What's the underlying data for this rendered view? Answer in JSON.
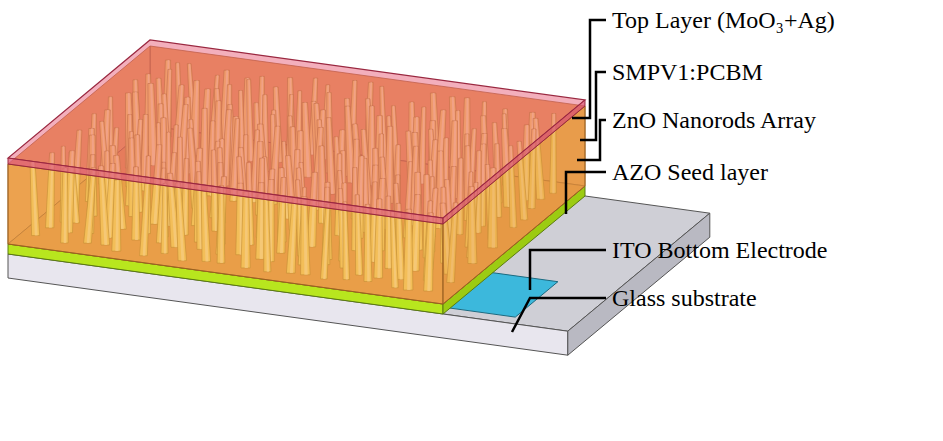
{
  "diagram": {
    "labels": [
      "Top Layer (MoO₃+Ag)",
      "SMPV1:PCBM",
      "ZnO Nanorods Array",
      "AZO Seed layer",
      "ITO Bottom Electrode",
      "Glass substrate"
    ]
  }
}
